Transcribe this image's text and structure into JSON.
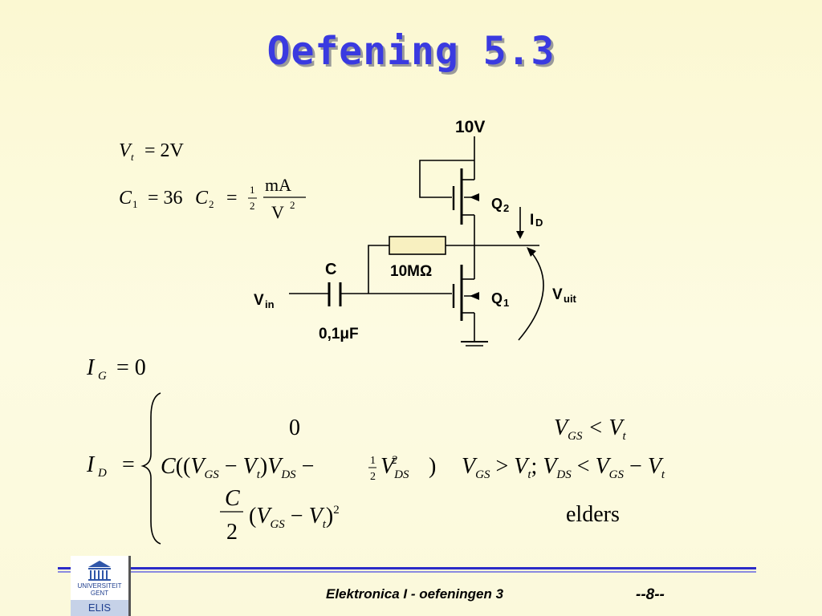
{
  "title": "Oefening 5.3",
  "given": {
    "vt_lhs": "V",
    "vt_sub": "t",
    "vt_rhs": "= 2V",
    "c_c1": "C",
    "c_c1_sub": "1",
    "c_eq1": "= 36",
    "c_c2": "C",
    "c_c2_sub": "2",
    "c_eq2": "=",
    "c_half_num": "1",
    "c_half_den": "2",
    "c_unit_num": "mA",
    "c_unit_den": "V",
    "c_unit_den_exp": "2"
  },
  "circuit": {
    "supply": "10V",
    "q2": "Q",
    "q2_sub": "2",
    "q1": "Q",
    "q1_sub": "1",
    "id": "I",
    "id_sub": "D",
    "cap": "C",
    "res": "10MΩ",
    "vin": "V",
    "vin_sub": "in",
    "cap_val": "0,1μF",
    "vout": "V",
    "vout_sub": "uit"
  },
  "equations": {
    "ig": "I",
    "ig_sub": "G",
    "ig_rhs": "= 0",
    "id": "I",
    "id_sub": "D",
    "id_eq": "=",
    "case1_expr": "0",
    "case1_cond": "V_GS < V_t",
    "case2_expr": "C((V_GS − V_t)V_DS − ½V_DS²)",
    "case2_cond": "V_GS > V_t ; V_DS < V_GS − V_t",
    "case3_expr": "C/2 (V_GS − V_t)²",
    "case3_cond": "elders"
  },
  "footer": {
    "course": "Elektronica I - oefeningen 3",
    "page": "--8--",
    "logo_line1": "UNIVERSITEIT",
    "logo_line2": "GENT",
    "logo_line3": "ELIS"
  },
  "colors": {
    "title": "#3a3ae0",
    "footer_rule": "#2b2bc8",
    "background": "#fbf8d2"
  }
}
